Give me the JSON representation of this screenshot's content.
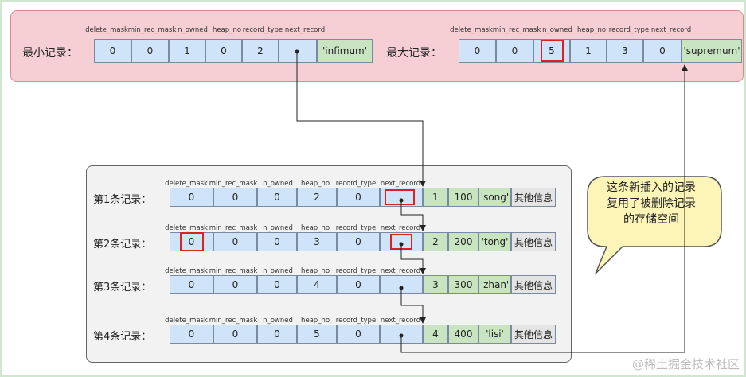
{
  "header_labels": [
    "delete_mask",
    "min_rec_mask",
    "n_owned",
    "heap_no",
    "record_type",
    "next_record"
  ],
  "min_record": {
    "label": "最小记录：",
    "values": [
      "0",
      "0",
      "1",
      "0",
      "2",
      ""
    ],
    "tag": "'infimum'"
  },
  "max_record": {
    "label": "最大记录：",
    "values": [
      "0",
      "0",
      "5",
      "1",
      "3",
      "0"
    ],
    "tag": "'supremum'"
  },
  "records": [
    {
      "label": "第1条记录：",
      "values": [
        "0",
        "0",
        "0",
        "2",
        "0",
        ""
      ],
      "id": "1",
      "num": "100",
      "name": "'song'",
      "other": "其他信息"
    },
    {
      "label": "第2条记录：",
      "values": [
        "0",
        "0",
        "0",
        "3",
        "0",
        ""
      ],
      "id": "2",
      "num": "200",
      "name": "'tong'",
      "other": "其他信息"
    },
    {
      "label": "第3条记录：",
      "values": [
        "0",
        "0",
        "0",
        "4",
        "0",
        ""
      ],
      "id": "3",
      "num": "300",
      "name": "'zhan'",
      "other": "其他信息"
    },
    {
      "label": "第4条记录：",
      "values": [
        "0",
        "0",
        "0",
        "5",
        "0",
        ""
      ],
      "id": "4",
      "num": "400",
      "name": "'lisi'",
      "other": "其他信息"
    }
  ],
  "callout": {
    "line1": "这条新插入的记录",
    "line2": "复用了被删除记录",
    "line3": "的存储空间"
  },
  "watermark": "@稀土掘金技术社区",
  "colors": {
    "top_panel": "#f5cfd3",
    "header_cell": "#cfe4f8",
    "data_cell": "#c8e4c0",
    "other_cell": "#e4e4e4",
    "highlight": "#e02020",
    "callout": "#fdf5b8"
  }
}
